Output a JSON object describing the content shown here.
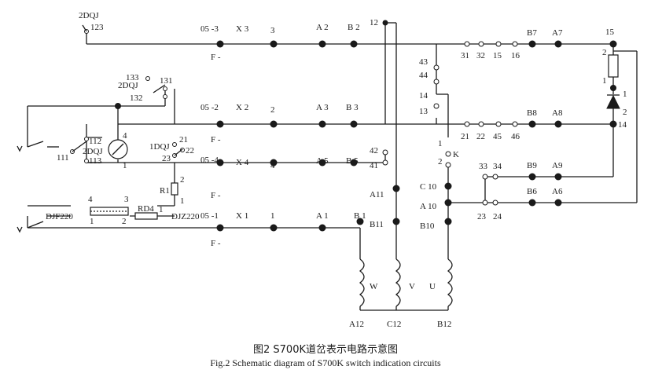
{
  "caption": {
    "cn": "图2 S700K道岔表示电路示意图",
    "en": "Fig.2 Schematic diagram of S700K switch indication circuits"
  },
  "labels": {
    "dqj2_123": "2DQJ",
    "dqj2_123_num": "123",
    "c05_3": "05 -3",
    "x3": "X 3",
    "n3": "3",
    "a2": "A 2",
    "b2": "B 2",
    "n12": "12",
    "b7": "B7",
    "a7": "A7",
    "n15_top": "15",
    "n133": "133",
    "dqj2_mid": "2DQJ",
    "n131": "131",
    "n132": "132",
    "fminus1": "F -",
    "n43": "43",
    "n44": "44",
    "n31": "31",
    "n32": "32",
    "n15": "15",
    "n16": "16",
    "c05_2": "05 -2",
    "x2": "X 2",
    "n2": "2",
    "a3": "A 3",
    "b3": "B 3",
    "n14a": "14",
    "n13": "13",
    "n21": "21",
    "n22": "22",
    "n45": "45",
    "n46": "46",
    "b8": "B8",
    "a8": "A8",
    "n112": "112",
    "dqj2_left": "2DQJ",
    "n111": "111",
    "n113": "113",
    "n4_meter": "4",
    "n1_meter": "1",
    "dqj1": "1DQJ",
    "n21b": "21",
    "n22b": "22",
    "n23": "23",
    "fminus2": "F -",
    "n42": "42",
    "n41": "41",
    "n1_k": "1",
    "k": "K",
    "n2_k": "2",
    "c05_4": "05 -4",
    "x4": "X 4",
    "n4": "4",
    "a5": "A 5",
    "b5": "B 5",
    "n33": "33",
    "n34": "34",
    "b9": "B9",
    "a9": "A9",
    "r1": "R1",
    "r1_2": "2",
    "r1_1": "1",
    "fminus3": "F -",
    "a11": "A11",
    "c10": "C 10",
    "b6": "B6",
    "a6": "A6",
    "a10": "A 10",
    "n23b": "23",
    "n24": "24",
    "tr_4": "4",
    "tr_3": "3",
    "tr_1": "1",
    "tr_2": "2",
    "djf220": "DJF220",
    "rd4": "RD4",
    "rd4_1": "1",
    "djz220": "DJZ220",
    "c05_1": "05 -1",
    "x1": "X 1",
    "n1": "1",
    "a1": "A 1",
    "b1": "B 1",
    "b11": "B11",
    "b10": "B10",
    "fminus4": "F -",
    "w": "W",
    "v": "V",
    "u": "U",
    "a12": "A12",
    "c12": "C12",
    "b12": "B12",
    "res_2": "2",
    "res_1": "1",
    "diode_1": "1",
    "diode_2": "2",
    "n14b": "14"
  }
}
